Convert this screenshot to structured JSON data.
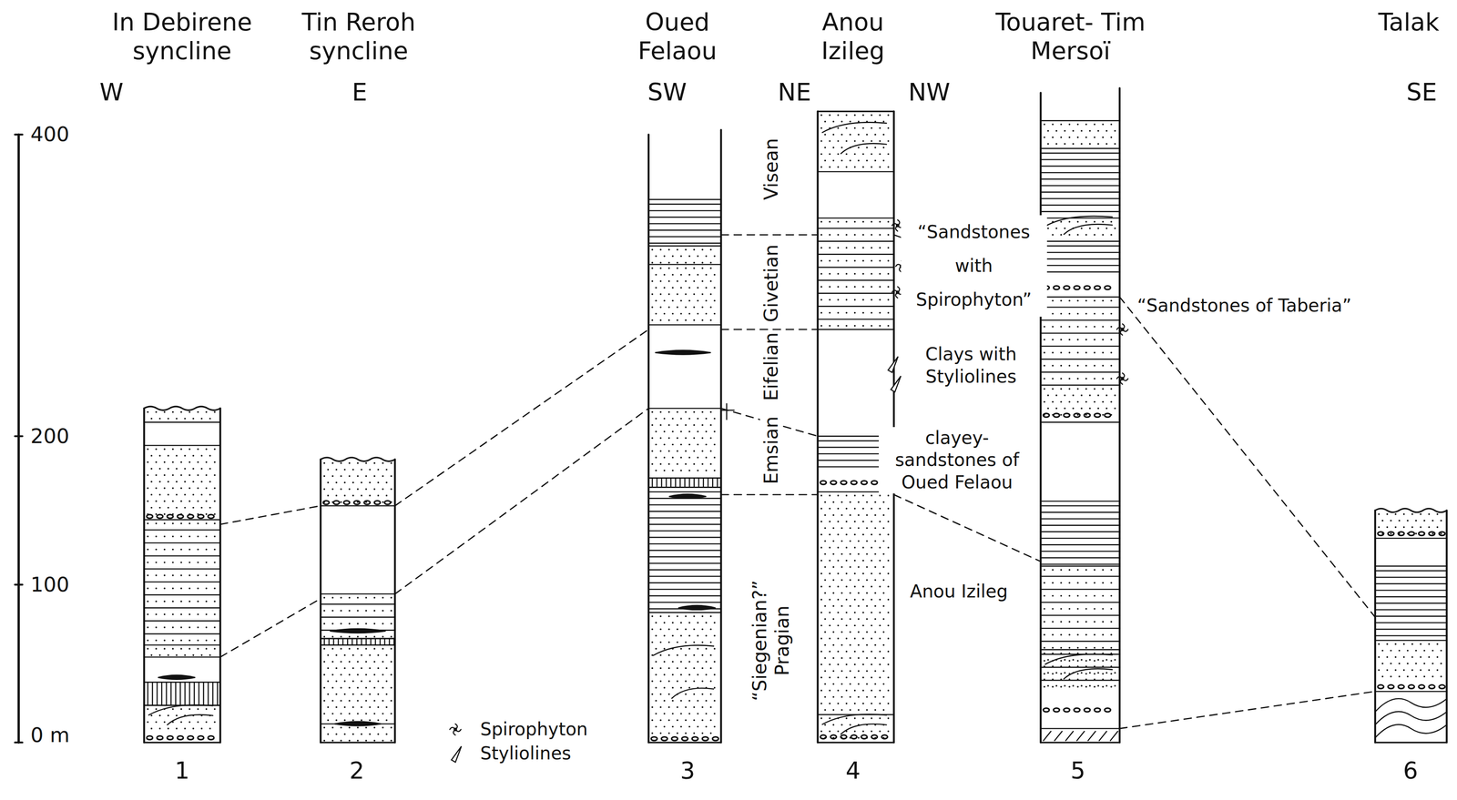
{
  "diagram": {
    "labels": [
      "In Debirene syncline",
      "Tin Reroh syncline",
      "Oued Felaou",
      "Anou Izileg",
      "Touaret- Tim Mersoï",
      "Talak",
      "W",
      "E",
      "SW",
      "NE",
      "NW",
      "SE",
      "400",
      "200",
      "100",
      "0 m",
      "Visean",
      "Givetian",
      "Eifelian",
      "Emsian",
      "“Siegenian?” Pragian",
      "“Sandstones with Spirophyton”",
      "Clays with Styliolines",
      "clayey- sandstones of Oued Felaou",
      "Anou Izileg",
      "“Sandstones of Taberia”",
      "1",
      "2",
      "3",
      "4",
      "5",
      "6"
    ],
    "legend": [
      {
        "text": "Spirophyton"
      },
      {
        "text": "Styliolines"
      }
    ]
  }
}
